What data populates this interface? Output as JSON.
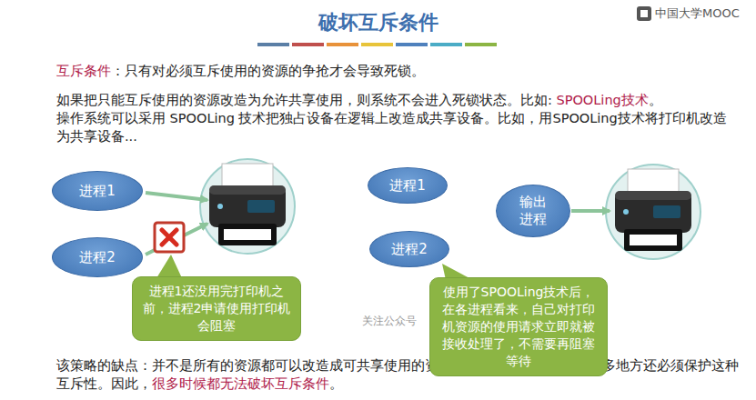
{
  "diagram": {
    "title": "破坏互斥条件",
    "nodes": [
      {
        "text": [
          "进程1"
        ]
      },
      {
        "text": [
          "进程2"
        ]
      },
      {
        "text": [
          "进程1还没用完打印机之前，进程2申请使用打印机会阻塞"
        ]
      },
      {
        "text": [
          "进程1"
        ]
      },
      {
        "text": [
          "输出进程"
        ]
      },
      {
        "text": [
          "进程2"
        ]
      },
      {
        "text": [
          "使用了SPOOLing技术后，在各进程看来，自己对打印机资源的使用请求立即就被接收处理了，不需要再阻塞等待"
        ]
      }
    ],
    "labels": [
      "中国大学MOOC",
      "互斥条件",
      "：只有对必须互斥使用的资源的争抢才会导致死锁。",
      "如果把只能互斥使用的资源改造为允许共享使用，则系统不会进入死锁状态。比如: ",
      "SPOOLing技术",
      "。",
      "操作系统可以采用 SPOOLing 技术把独占设备在逻辑上改造成共享设备。比如，用SPOOLing技术将打印机改造为共享设备...",
      "该策略的缺点：并不是所有的资源都可以改造成可共享使用的资源。并且为了系统安全，很多地方还必须保护这种互斥性。因此，",
      "很多时候都无法破坏互斥条件",
      "。",
      "关注公众号"
    ]
  }
}
